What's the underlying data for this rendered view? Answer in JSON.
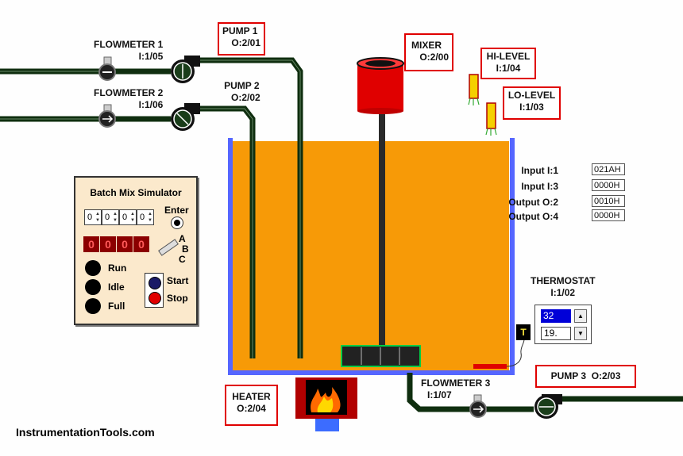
{
  "labels": {
    "flowmeter1": {
      "name": "FLOWMETER 1",
      "addr": "I:1/05"
    },
    "flowmeter2": {
      "name": "FLOWMETER 2",
      "addr": "I:1/06"
    },
    "flowmeter3": {
      "name": "FLOWMETER 3",
      "addr": "I:1/07"
    },
    "pump1": {
      "name": "PUMP 1",
      "addr": "O:2/01"
    },
    "pump2": {
      "name": "PUMP 2",
      "addr": "O:2/02"
    },
    "pump3": {
      "name": "PUMP 3",
      "addr": "O:2/03"
    },
    "mixer": {
      "name": "MIXER",
      "addr": "O:2/00"
    },
    "hilevel": {
      "name": "HI-LEVEL",
      "addr": "I:1/04"
    },
    "lolevel": {
      "name": "LO-LEVEL",
      "addr": "I:1/03"
    },
    "heater": {
      "name": "HEATER",
      "addr": "O:2/04"
    },
    "thermostat": {
      "name": "THERMOSTAT",
      "addr": "I:1/02"
    }
  },
  "io_table": [
    {
      "label": "Input I:1",
      "value": "021AH"
    },
    {
      "label": "Input I:3",
      "value": "0000H"
    },
    {
      "label": "Output O:2",
      "value": "0010H"
    },
    {
      "label": "Output O:4",
      "value": "0000H"
    }
  ],
  "simulator": {
    "title": "Batch Mix Simulator",
    "thumbwheels": [
      "0",
      "0",
      "0",
      "0"
    ],
    "display_digits": [
      "0",
      "0",
      "0",
      "0"
    ],
    "enter_label": "Enter",
    "abc": [
      "A",
      "B",
      "C"
    ],
    "indicators": [
      {
        "label": "Run"
      },
      {
        "label": "Idle"
      },
      {
        "label": "Full"
      }
    ],
    "start_label": "Start",
    "stop_label": "Stop"
  },
  "thermostat_ctrl": {
    "setpoint": "32",
    "reading": "19.",
    "t_label": "T"
  },
  "footer": "InstrumentationTools.com",
  "colors": {
    "liquid": "#f79a07",
    "tank_wall": "#5566ff",
    "pipe": "#0f2e0f",
    "mixer": "#e00000",
    "alarm_box": "#e00000",
    "sensor": "#f5d000"
  }
}
